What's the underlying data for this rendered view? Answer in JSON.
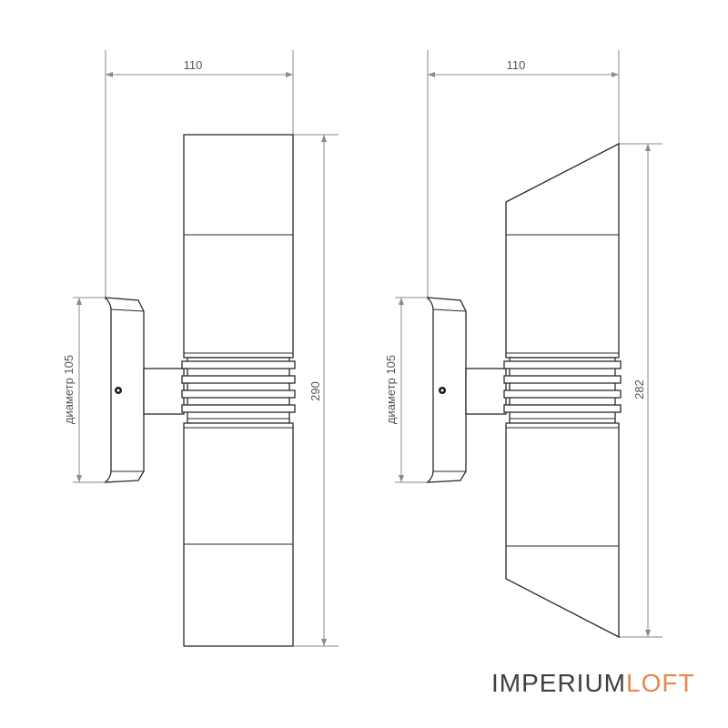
{
  "views": [
    {
      "id": "left",
      "width_label": "110",
      "height_label": "290",
      "diameter_label": "диаметр 105"
    },
    {
      "id": "right",
      "width_label": "110",
      "height_label": "282",
      "diameter_label": "диаметр 105"
    }
  ],
  "brand": {
    "part_a": "IMPERIUM",
    "part_b": "LOFT",
    "color_a": "#3f3f3f",
    "color_b": "#e6894a"
  }
}
